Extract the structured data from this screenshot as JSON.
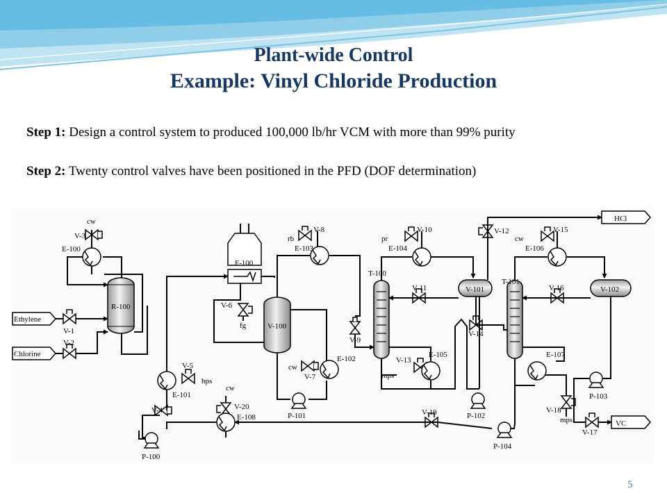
{
  "slide": {
    "title_line1": "Plant-wide Control",
    "title_line2": "Example: Vinyl Chloride Production",
    "page_number": "5"
  },
  "steps": [
    {
      "label": "Step 1:",
      "text": " Design a control system to produced 100,000 lb/hr VCM with more than 99% purity"
    },
    {
      "label": "Step 2:",
      "text": " Twenty control valves have been positioned in the PFD (DOF determination)"
    }
  ],
  "pfd": {
    "streams": {
      "ethylene": "Ethylene",
      "chlorine": "Chlorine",
      "hcl": "HCl",
      "vc": "VC"
    },
    "equipment": {
      "r100": "R-100",
      "v100": "V-100",
      "f100": "F-100",
      "t100": "T-100",
      "t101": "T-101",
      "v101": "V-101",
      "v102": "V-102",
      "e100": "E-100",
      "e101": "E-101",
      "e102": "E-102",
      "e103": "E-103",
      "e104": "E-104",
      "e105": "E-105",
      "e106": "E-106",
      "e107": "E-107",
      "e108": "E-108",
      "p100": "P-100",
      "p101": "P-101",
      "p102": "P-102",
      "p103": "P-103",
      "p104": "P-104"
    },
    "valves": {
      "v1": "V-1",
      "v2": "V-2",
      "v3": "V-3",
      "v4": "V-4",
      "v5": "V-5",
      "v6": "V-6",
      "v7": "V-7",
      "v8": "V-8",
      "v9": "V-9",
      "v10": "V-10",
      "v11": "V-11",
      "v12": "V-12",
      "v13": "V-13",
      "v14": "V-14",
      "v15": "V-15",
      "v16": "V-16",
      "v17": "V-17",
      "v18": "V-18",
      "v19": "V-19",
      "v20": "V-20"
    },
    "utilities": {
      "cw": "cw",
      "hps": "hps",
      "fg": "fg",
      "rb": "rb",
      "pr": "pr",
      "mps": "mps"
    }
  }
}
